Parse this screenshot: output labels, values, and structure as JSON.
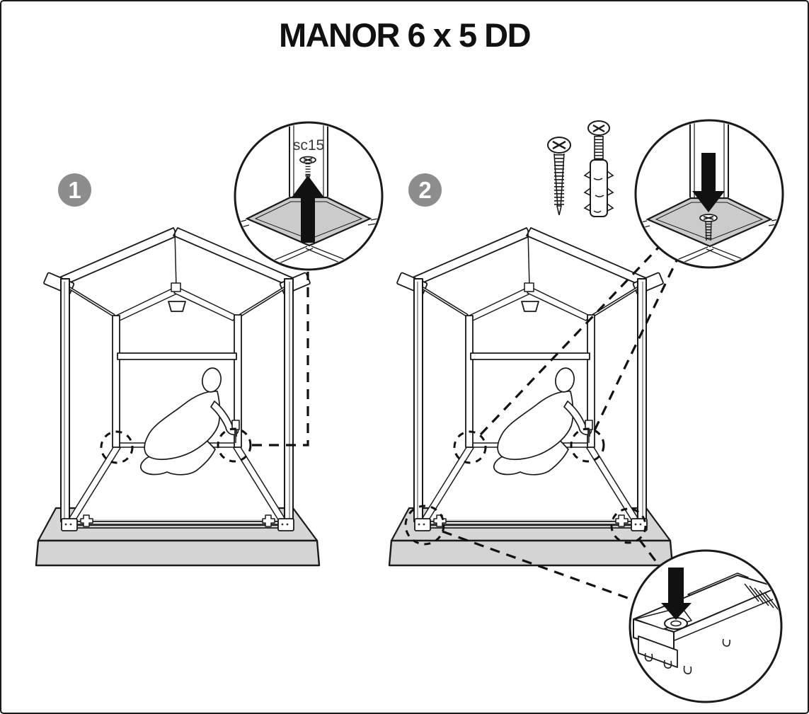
{
  "title": "MANOR 6 x 5 DD",
  "steps": [
    {
      "number": "1"
    },
    {
      "number": "2"
    }
  ],
  "callouts": [
    {
      "id": "step1-corner-plate",
      "part_label": "sc15",
      "icon": "corner-plate-up-arrow-icon"
    },
    {
      "id": "step2-corner-plate-screw",
      "icon": "corner-plate-down-arrow-screw-icon"
    },
    {
      "id": "step2-base-corner",
      "icon": "base-corner-down-arrow-icon"
    }
  ],
  "hardware_icons": [
    "wood-screw-icon",
    "screw-with-wall-plug-icon"
  ],
  "colors": {
    "outline": "#1a1a1a",
    "badge_gray": "#8d8d8d",
    "plate_gray": "#cbcbcb",
    "slab_gray": "#d6d6d6",
    "arrow_black": "#111111",
    "background": "#ffffff"
  }
}
